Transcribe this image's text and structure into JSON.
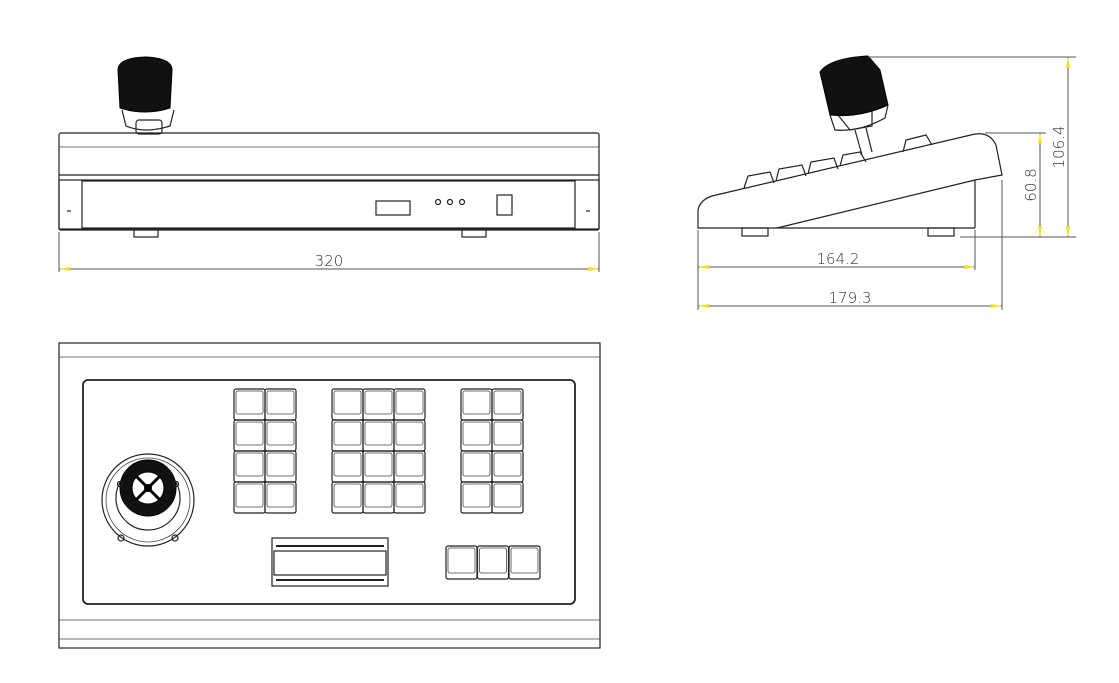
{
  "title": "PTZ keyboard controller dimension drawing",
  "dimensions": {
    "width": "320",
    "depth_base": "164.2",
    "depth_total": "179.3",
    "height_body": "60.8",
    "height_total": "106.4"
  },
  "top_view": {
    "key_groups": [
      {
        "cols": 2,
        "rows": 4
      },
      {
        "cols": 3,
        "rows": 4
      },
      {
        "cols": 2,
        "rows": 4
      }
    ],
    "function_keys": 3
  },
  "colors": {
    "line": "#222222",
    "arrow": "#f5e11a"
  }
}
